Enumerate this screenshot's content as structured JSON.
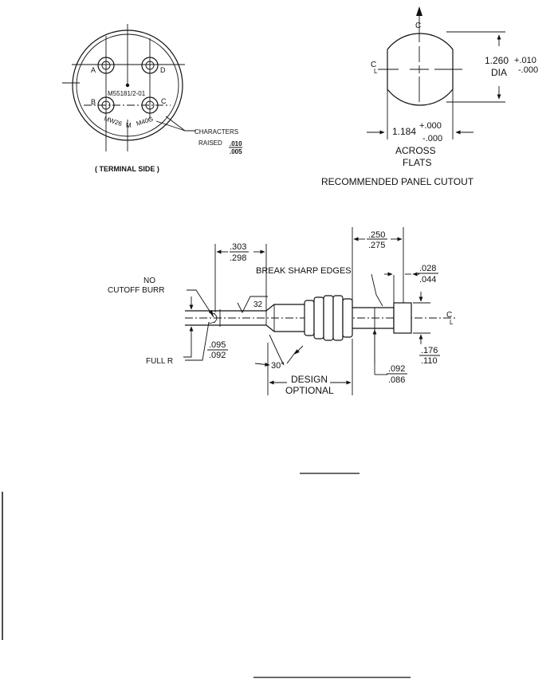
{
  "terminal_view": {
    "pins": [
      "A",
      "D",
      "B",
      "C"
    ],
    "part_number": "M55181/2-01",
    "marking_left": "MW26",
    "marking_mid": "M",
    "marking_right": "M40G",
    "callout_line1": "CHARACTERS",
    "callout_line2": "RAISED",
    "raised_top": ".010",
    "raised_bottom": ".005",
    "caption": "( TERMINAL SIDE )"
  },
  "panel_cutout": {
    "cl_top": "C",
    "cl_left": "C",
    "cl_sub": "L",
    "dia_nominal": "1.260",
    "dia_tol_plus": "+.010",
    "dia_tol_minus": "-.000",
    "dia_label": "DIA",
    "flats_nominal": "1.184",
    "flats_tol_plus": "+.000",
    "flats_tol_minus": "-.000",
    "flats_label1": "ACROSS",
    "flats_label2": "FLATS",
    "caption": "RECOMMENDED PANEL CUTOUT"
  },
  "pin_drawing": {
    "dim_303": ".303",
    "dim_298": ".298",
    "dim_250": ".250",
    "dim_275": ".275",
    "dim_028": ".028",
    "dim_044": ".044",
    "dim_095": ".095",
    "dim_092a": ".092",
    "dim_176": ".176",
    "dim_110": ".110",
    "dim_092b": ".092",
    "dim_086": ".086",
    "break_edges": "BREAK SHARP EDGES",
    "no_burr1": "NO",
    "no_burr2": "CUTOFF BURR",
    "finish": "32",
    "full_r": "FULL R",
    "angle": "30°",
    "design1": "DESIGN",
    "design2": "OPTIONAL",
    "cl_c": "C",
    "cl_l": "L"
  }
}
